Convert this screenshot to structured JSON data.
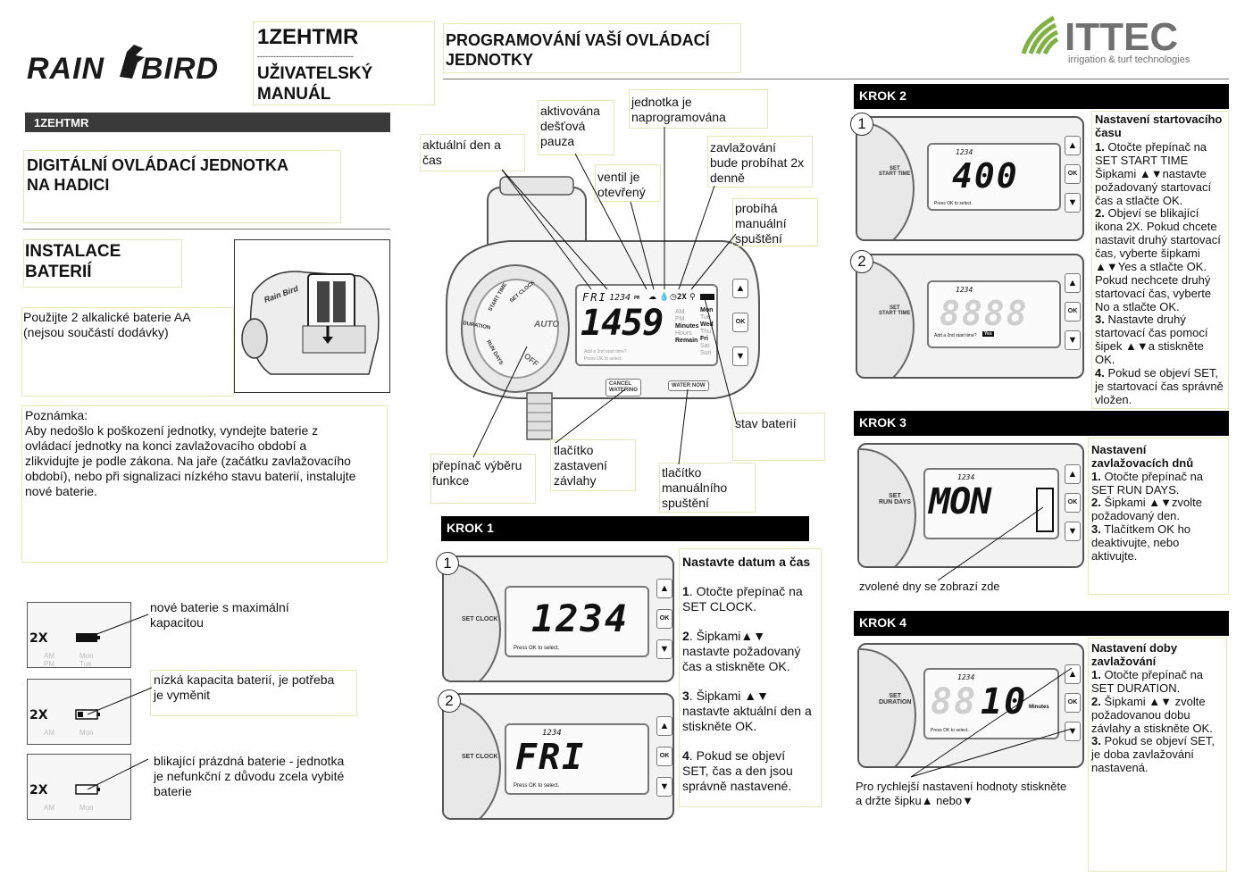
{
  "brand": {
    "left_logo": "RAIN BIRD",
    "right_logo": "ITTEC",
    "right_tagline": "irrigation & turf technologies",
    "accent": "#7fb241",
    "gray": "#707070"
  },
  "header": {
    "model": "1ZEHTMR",
    "dashes": "------------------------------------",
    "manual": "UŽIVATELSKÝ\nMANUÁL",
    "program_title": "PROGRAMOVÁNÍ VAŠÍ OVLÁDACÍ\nJEDNOTKY",
    "model_bar": "1ZEHTMR"
  },
  "left": {
    "title": "DIGITÁLNÍ OVLÁDACÍ JEDNOTKA\nNA HADICI",
    "install_title": "INSTALACE\nBATERIÍ",
    "install_text": "Použijte 2 alkalické baterie AA\n(nejsou součástí dodávky)",
    "note": "Poznámka:\nAby nedošlo k poškození jednotky, vyndejte baterie z\novládací jednotky na konci zavlažovacího období a\nzlikvidujte je podle zákona. Na jaře (začátku zavlažovacího\nobdobí), nebo při signalizaci nízkého stavu baterií, instalujte\nnové baterie.",
    "battery_states": [
      {
        "text": "nové baterie s maximální\nkapacitou"
      },
      {
        "text": "nízká kapacita baterií, je potřeba\nje vyměnit"
      },
      {
        "text": "blikající prázdná baterie - jednotka\nje nefunkční z důvodu zcela vybité\nbaterie"
      }
    ],
    "battery_lcd": {
      "icon": "2X",
      "am": "AM",
      "pm": "PM",
      "mon": "Mon",
      "tue": "Tue"
    },
    "device_brand": "Rain Bird"
  },
  "diagram": {
    "labels": {
      "day_time": "aktuální den a\nčas",
      "rain_pause": "aktivována\ndešťová\npauza",
      "programmed": "jednotka je\nnaprogramována",
      "valve_open": "ventil je\notevřený",
      "twice": "zavlažování\nbude probíhat 2x\ndenně",
      "manual_run": "probíhá\nmanuální\nspuštění",
      "battery_state": "stav baterií",
      "selector": "přepínač výběru\nfunkce",
      "stop_button": "tlačítko\nzastavení\nzávlahy",
      "manual_button": "tlačítko\nmanuálního\nspuštění"
    },
    "lcd": {
      "day": "FRI",
      "clock": "1234",
      "pm_small": "PM",
      "twice": "2X",
      "digits": "1459",
      "units": [
        "AM",
        "PM",
        "Minutes",
        "Hours",
        "Remain"
      ],
      "days": [
        "Mon",
        "Tue",
        "Wed",
        "Thu",
        "Fri",
        "Sat",
        "Sun"
      ],
      "hint1": "Add a 2nd start time?",
      "hint2": "Press OK to select."
    },
    "dial": [
      "START TIME",
      "SET CLOCK",
      "AUTO",
      "OFF",
      "RUN DAYS",
      "DURATION"
    ],
    "buttons": {
      "ok": "OK",
      "cancel": "CANCEL\nWATERING",
      "water_now": "WATER NOW"
    }
  },
  "krok1": {
    "title": "KROK 1",
    "heading": "Nastavte datum a čas",
    "steps": [
      {
        "num": "1",
        "text": ". Otočte přepínač na\nSET CLOCK."
      },
      {
        "num": "2",
        "text": ". Šipkami▲▼\nnastavte požadovaný\nčas a stiskněte OK."
      },
      {
        "num": "3",
        "text": ". Šipkami ▲▼\nnastavte aktuální den a\nstiskněte OK."
      },
      {
        "num": "4",
        "text": ".  Pokud se objeví\nSET, čas a den jsou\nsprávně nastavené."
      }
    ],
    "screens": [
      {
        "n": "1",
        "main": "1234",
        "label": "SET CLOCK",
        "hint": "Press OK to select."
      },
      {
        "n": "2",
        "main": "FRI",
        "label": "SET CLOCK",
        "hint": "Press OK to select.",
        "clock": "1234"
      }
    ]
  },
  "krok2": {
    "title": "KROK 2",
    "heading": "Nastavení startovacího\nčasu",
    "steps": [
      {
        "num": "1.",
        "text": " Otočte přepínač na\nSET START TIME\nŠipkami ▲▼nastavte\npožadovaný startovací\nčas a stlačte OK."
      },
      {
        "num": "2.",
        "text": " Objeví se blikající\nikona 2X. Pokud chcete\nnastavit druhý startovací\nčas, vyberte šipkami\n▲▼Yes a stlačte OK.\nPokud nechcete druhý\nstartovací čas, vyberte\nNo a stlačte OK."
      },
      {
        "num": "3.",
        "text": " Nastavte druhý\nstartovací čas pomocí\nšipek ▲▼a stiskněte\nOK."
      },
      {
        "num": "4.",
        "text": " Pokud se objeví SET,\nje startovací čas správně\nvložen."
      }
    ],
    "screens": [
      {
        "n": "1",
        "main": "400",
        "label": "SET\nSTART TIME",
        "hint": "Press OK to select.",
        "clock": "1234"
      },
      {
        "n": "2",
        "main": "",
        "label": "SET\nSTART TIME",
        "hint": "Add a 2nd start time?",
        "yes": "Yes",
        "clock": "1234"
      }
    ]
  },
  "krok3": {
    "title": "KROK 3",
    "heading": "Nastavení\nzavlažovacích dnů",
    "steps": [
      {
        "num": "1.",
        "text": " Otočte přepínač na\nSET RUN DAYS."
      },
      {
        "num": "2.",
        "text": " Šipkami ▲▼zvolte\npožadovaný den."
      },
      {
        "num": "3.",
        "text": " Tlačítkem OK ho\ndeaktivujte, nebo\naktivujte."
      }
    ],
    "caption": "zvolené dny se zobrazí zde",
    "screen": {
      "main": "MON",
      "label": "SET\nRUN DAYS",
      "clock": "1234"
    }
  },
  "krok4": {
    "title": "KROK 4",
    "heading": "Nastavení doby\nzavlažování",
    "steps": [
      {
        "num": "1.",
        "text": " Otočte přepínač na\nSET DURATION."
      },
      {
        "num": "2.",
        "text": " Šipkami ▲▼ zvolte\npožadovanou dobu\nzávlahy a stiskněte OK."
      },
      {
        "num": "3.",
        "text": " Pokud se objeví SET,\nje doba zavlažování\nnastavená."
      }
    ],
    "caption": "Pro rychlejší nastavení hodnoty stiskněte\na držte šipku▲ nebo▼",
    "screen": {
      "main": "10",
      "label": "SET\nDURATION",
      "unit": "Minutes",
      "hint": "Press OK to select.",
      "clock": "1234"
    }
  }
}
